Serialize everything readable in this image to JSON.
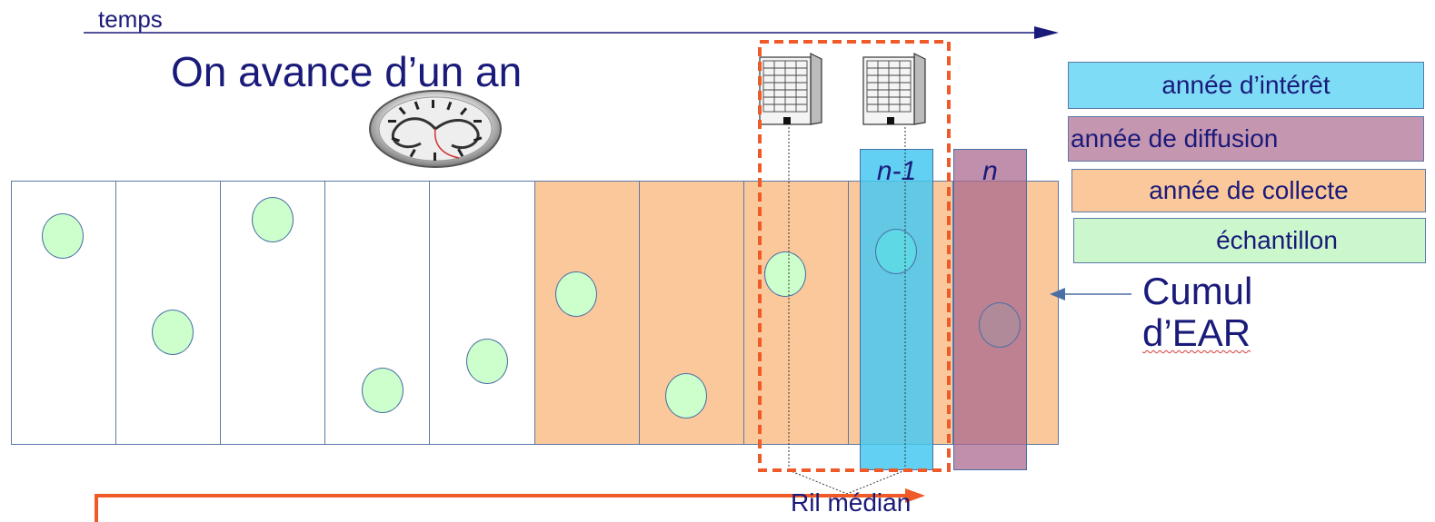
{
  "timeline": {
    "label": "temps"
  },
  "headline": "On avance d’un an",
  "legend": [
    {
      "key": "interest",
      "label": "année d’intérêt",
      "color": "#7fdcf7"
    },
    {
      "key": "diffusion",
      "label": "année de diffusion",
      "color": "#c596b0"
    },
    {
      "key": "collecte",
      "label": "année de collecte",
      "color": "#fac89a"
    },
    {
      "key": "echantillon",
      "label": "échantillon",
      "color": "#ccf7cc"
    }
  ],
  "cumul_label": {
    "line1": "Cumul",
    "line2": "d’EAR"
  },
  "year_labels": {
    "interest": "n-1",
    "diffusion": "n"
  },
  "ril_label": "Ril médian",
  "colors": {
    "cell_border": "#5b79a6",
    "collecte_fill": "#fac89a",
    "interest_fill": "#46c8f0",
    "diffusion_fill": "#a96a8f",
    "sample_fill": "#ccffcc",
    "frame_dash": "#f05a28",
    "arrow_blue": "#1a1a7a",
    "arrow_red": "#f05a28"
  }
}
